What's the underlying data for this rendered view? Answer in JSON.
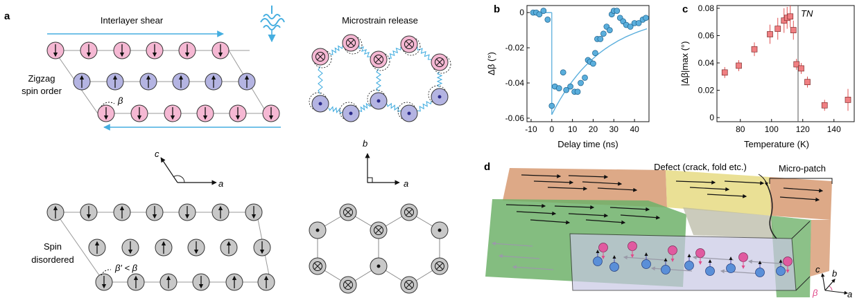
{
  "panels": {
    "a": {
      "label": "a",
      "interlayer_shear": "Interlayer shear",
      "microstrain_release": "Microstrain release",
      "zigzag_line1": "Zigzag",
      "zigzag_line2": "spin order",
      "beta": "β",
      "spin_disordered_line1": "Spin",
      "spin_disordered_line2": "disordered",
      "beta_prime": "β′ < β",
      "axis_c": "c",
      "axis_a": "a",
      "axis_b": "b",
      "axis_a2": "a"
    },
    "b": {
      "label": "b"
    },
    "c": {
      "label": "c"
    },
    "d": {
      "label": "d",
      "defect": "Defect (crack, fold etc.)",
      "micro_patch": "Micro-patch",
      "axis_c": "c",
      "axis_b": "b",
      "axis_a": "a",
      "beta": "β"
    }
  },
  "colors": {
    "spin_pink": "#f5b8d3",
    "spin_blue": "#b4b4e2",
    "spin_grey": "#c8c8c8",
    "marker_blue": "#5aaedc",
    "marker_red": "#f07f82",
    "arrow_cyan": "#45aee0",
    "patch_orange": "#d9a07a",
    "patch_yellow": "#e8dd8a",
    "patch_green": "#6fb26a"
  },
  "chart_data": [
    {
      "type": "scatter",
      "panel": "b",
      "xlabel": "Delay time (ns)",
      "ylabel": "Δβ (°)",
      "xlim": [
        -12,
        47
      ],
      "ylim": [
        -0.062,
        0.004
      ],
      "xticks": [
        -10,
        0,
        10,
        20,
        30,
        40
      ],
      "yticks": [
        0,
        -0.02,
        -0.04,
        -0.06
      ],
      "ytick_labels": [
        "0",
        "-0.02",
        "-0.04",
        "-0.06"
      ],
      "points": {
        "x": [
          -9,
          -7.5,
          -6,
          -4,
          -2,
          0,
          1.5,
          3.5,
          5.5,
          7,
          9,
          11,
          12.5,
          14,
          16,
          17.5,
          18.5,
          20,
          21,
          22,
          23.5,
          25,
          26.5,
          28,
          29,
          30,
          31.5,
          33,
          34.5,
          36,
          38,
          40,
          42,
          44,
          45.5
        ],
        "y": [
          0.0,
          0.0,
          -0.001,
          0.001,
          -0.004,
          -0.053,
          -0.042,
          -0.043,
          -0.034,
          -0.044,
          -0.042,
          -0.045,
          -0.045,
          -0.04,
          -0.037,
          -0.027,
          -0.028,
          -0.029,
          -0.023,
          -0.015,
          -0.015,
          -0.012,
          -0.008,
          -0.01,
          -0.001,
          0.001,
          0.001,
          -0.003,
          -0.005,
          -0.007,
          -0.008,
          -0.006,
          -0.006,
          -0.004,
          -0.003
        ]
      },
      "fit": {
        "x": [
          0,
          2,
          4,
          6,
          8,
          10,
          12,
          14,
          16,
          18,
          20,
          22,
          24,
          26,
          28,
          30,
          32,
          34,
          36,
          38,
          40,
          42,
          44,
          46
        ],
        "y": [
          -0.058,
          -0.0535,
          -0.0494,
          -0.0456,
          -0.0421,
          -0.0389,
          -0.0359,
          -0.0331,
          -0.0306,
          -0.0282,
          -0.0261,
          -0.024,
          -0.0222,
          -0.0205,
          -0.0189,
          -0.0175,
          -0.0161,
          -0.0149,
          -0.0137,
          -0.0127,
          -0.0117,
          -0.0108,
          -0.01,
          -0.0092
        ]
      },
      "baseline": {
        "x": [
          -10,
          0
        ],
        "y": [
          0,
          0
        ]
      }
    },
    {
      "type": "scatter",
      "panel": "c",
      "xlabel": "Temperature (K)",
      "ylabel": "|Δβ|max (°)",
      "annotation": "TN",
      "vline_x": 117,
      "xlim": [
        65,
        153
      ],
      "ylim": [
        -0.003,
        0.082
      ],
      "xticks": [
        80,
        100,
        120,
        140
      ],
      "yticks": [
        0,
        0.02,
        0.04,
        0.06,
        0.08
      ],
      "ytick_labels": [
        "0",
        "0.02",
        "0.04",
        "0.06",
        "0.08"
      ],
      "points": {
        "x": [
          70,
          79,
          89,
          99,
          104,
          108,
          110,
          112,
          114,
          116,
          119,
          123,
          134,
          149
        ],
        "y": [
          0.033,
          0.038,
          0.05,
          0.061,
          0.065,
          0.071,
          0.073,
          0.074,
          0.064,
          0.039,
          0.036,
          0.026,
          0.009,
          0.013
        ],
        "err": [
          0.004,
          0.004,
          0.005,
          0.007,
          0.008,
          0.009,
          0.008,
          0.008,
          0.007,
          0.004,
          0.004,
          0.004,
          0.004,
          0.008
        ]
      }
    }
  ]
}
